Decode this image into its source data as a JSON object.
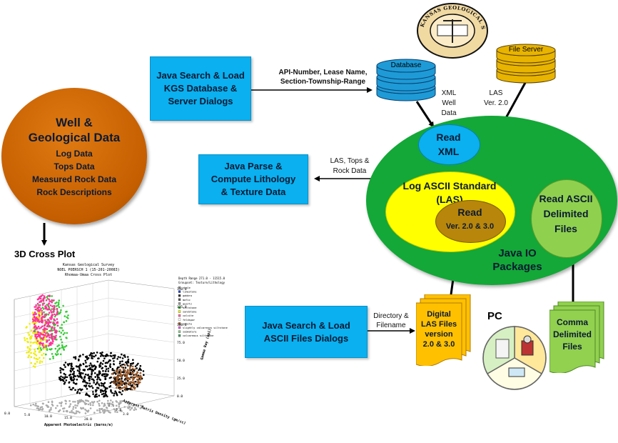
{
  "colors": {
    "blue_box": "#0ab0ef",
    "well_circle": "#cc6600",
    "java_io": "#13a837",
    "las_yellow": "#ffff00",
    "read_brown": "#b8860b",
    "ascii_green": "#8fd14f",
    "db_gold": "#e8b400",
    "db_blue": "#1e9bd7",
    "file_orange": "#ffc000",
    "file_green": "#92d050"
  },
  "well": {
    "title_line1": "Well &",
    "title_line2": "Geological Data",
    "items": [
      "Log Data",
      "Tops Data",
      "Measured Rock Data",
      "Rock Descriptions"
    ]
  },
  "search_kgs": {
    "lines": [
      "Java Search & Load",
      "KGS Database &",
      "Server Dialogs"
    ]
  },
  "api_label": {
    "lines": [
      "API-Number,  Lease Name,",
      "Section-Township-Range"
    ]
  },
  "database": {
    "label": "Database"
  },
  "file_server": {
    "label": "File Server"
  },
  "kgs_logo": {
    "text": "KANSAS GEOLOGICAL SURVEY"
  },
  "xml_label": {
    "lines": [
      "XML",
      "Well",
      "Data"
    ]
  },
  "las_label": {
    "lines": [
      "LAS",
      "Ver. 2.0"
    ]
  },
  "read_xml": {
    "lines": [
      "Read",
      "XML"
    ]
  },
  "parse": {
    "lines": [
      "Java Parse &",
      "Compute Lithology",
      "& Texture Data"
    ]
  },
  "las_tops_label": {
    "lines": [
      "LAS, Tops &",
      "Rock Data"
    ]
  },
  "las_standard": {
    "lines": [
      "Log ASCII Standard",
      "(LAS)"
    ]
  },
  "read_ver": {
    "line1": "Read",
    "line2": "Ver. 2.0 & 3.0"
  },
  "read_ascii": {
    "lines": [
      "Read  ASCII",
      "Delimited",
      "Files"
    ]
  },
  "java_io": {
    "lines": [
      "Java IO",
      "Packages"
    ]
  },
  "cross_plot": {
    "title": "3D Cross Plot",
    "plot_title": [
      "Kansas Geological Survey",
      "NOEL POERSCH 1 (15-201-20083)",
      "Rhomaa-Umaa Cross Plot"
    ],
    "depth_range": "Depth Range 271.0 - 11515.0",
    "group": "Groupset: Texture/Lithology",
    "legend": [
      "shale",
      "limestone",
      "gabbro",
      "mafic",
      "quartz",
      "siltstone",
      "sandstone",
      "calcite",
      "feldspar",
      "anhite",
      "slightly calcareous siltstone",
      "submature",
      "calcareous siltstone"
    ],
    "xlabel": "Apparent Photoelectric (barns/e)",
    "zlabel": "Apparent Matrix Density (gm/cc)",
    "ylabel": "Gamma Ray (api)",
    "ticks_gr": [
      "150.0",
      "125.0",
      "100.0",
      "75.0",
      "50.0",
      "25.0",
      "0.0"
    ],
    "ticks_pe": [
      "0.0",
      "5.0",
      "10.0",
      "15.0",
      "20.0"
    ],
    "ticks_rho": [
      "2.6",
      "2.8",
      "3.0"
    ]
  },
  "search_ascii": {
    "lines": [
      "Java Search & Load",
      "ASCII Files Dialogs"
    ]
  },
  "dir_label": {
    "lines": [
      "Directory &",
      "Filename"
    ]
  },
  "digital_las": {
    "lines": [
      "Digital",
      "LAS Files",
      "version",
      "2.0 & 3.0"
    ]
  },
  "pc": {
    "label": "PC"
  },
  "comma": {
    "lines": [
      "Comma",
      "Delimited",
      "Files"
    ]
  }
}
